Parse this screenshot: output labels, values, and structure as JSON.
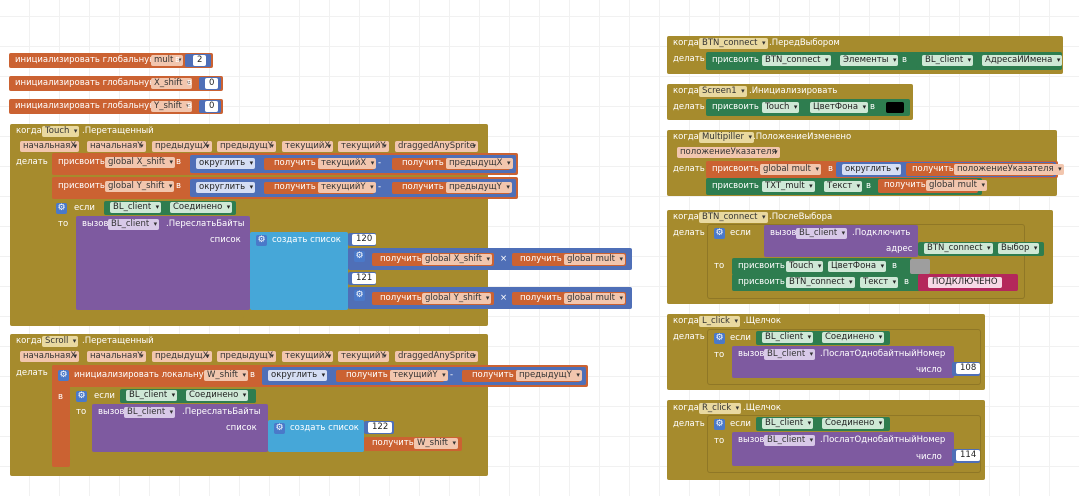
{
  "globals": [
    {
      "label": "инициализировать глобальную",
      "name": "mult",
      "in": "в",
      "value": "2"
    },
    {
      "label": "инициализировать глобальную",
      "name": "X_shift",
      "in": "в",
      "value": "0"
    },
    {
      "label": "инициализировать глобальную",
      "name": "Y_shift",
      "in": "в",
      "value": "0"
    }
  ],
  "touch": {
    "when": "когда",
    "component": "Touch",
    "event": ".Перетащенный",
    "params": [
      "начальнаяX",
      "начальнаяY",
      "предыдущX",
      "предыдущY",
      "текущийX",
      "текущийY",
      "draggedAnySprite"
    ],
    "do": "делать",
    "set1": {
      "label": "присвоить",
      "var": "global X_shift",
      "in": "в",
      "round": "округлить",
      "get1": "получить",
      "arg1": "текущийX",
      "op": "-",
      "get2": "получить",
      "arg2": "предыдущX"
    },
    "set2": {
      "label": "присвоить",
      "var": "global Y_shift",
      "in": "в",
      "round": "округлить",
      "get1": "получить",
      "arg1": "текущийY",
      "op": "-",
      "get2": "получить",
      "arg2": "предыдущY"
    },
    "if": {
      "label": "если",
      "comp": "BL_client",
      "prop": "Соединено",
      "then": "то"
    },
    "call": {
      "label": "вызов",
      "comp": "BL_client",
      "method": ".ПереслатьБайты",
      "param": "список"
    },
    "list": {
      "label": "создать список",
      "n1": "120",
      "n2": "121",
      "row1": {
        "get": "получить",
        "var": "global X_shift",
        "op": "×",
        "get2": "получить",
        "var2": "global mult"
      },
      "row2": {
        "get": "получить",
        "var": "global Y_shift",
        "op": "×",
        "get2": "получить",
        "var2": "global mult"
      }
    }
  },
  "scroll": {
    "when": "когда",
    "component": "Scroll",
    "event": ".Перетащенный",
    "params": [
      "начальнаяX",
      "начальнаяY",
      "предыдущX",
      "предыдущY",
      "текущийX",
      "текущийY",
      "draggedAnySprite"
    ],
    "do": "делать",
    "local": {
      "label": "инициализировать локальную",
      "var": "W_shift",
      "in": "в",
      "round": "округлить",
      "get1": "получить",
      "arg1": "текущийY",
      "op": "-",
      "get2": "получить",
      "arg2": "предыдущY"
    },
    "in_label": "в",
    "if": {
      "label": "если",
      "comp": "BL_client",
      "prop": "Соединено",
      "then": "то"
    },
    "call": {
      "label": "вызов",
      "comp": "BL_client",
      "method": ".ПереслатьБайты",
      "param": "список"
    },
    "list": {
      "label": "создать список",
      "n1": "122",
      "get": "получить",
      "var": "W_shift"
    }
  },
  "btnBefore": {
    "when": "когда",
    "component": "BTN_connect",
    "event": ".ПередВыбором",
    "do": "делать",
    "set": "присвоить",
    "comp": "BTN_connect",
    "prop": "Элементы",
    "in": "в",
    "comp2": "BL_client",
    "prop2": "АдресаИИмена"
  },
  "screenInit": {
    "when": "когда",
    "component": "Screen1",
    "event": ".Инициализировать",
    "do": "делать",
    "set": "присвоить",
    "comp": "Touch",
    "prop": "ЦветФона",
    "in": "в",
    "color": "#000000"
  },
  "multChanged": {
    "when": "когда",
    "component": "Multipiller",
    "event": ".ПоложениеИзменено",
    "param": "положениеУказателя",
    "do": "делать",
    "set1": {
      "label": "присвоить",
      "var": "global mult",
      "in": "в",
      "round": "округлить",
      "get": "получить",
      "arg": "положениеУказателя"
    },
    "set2": {
      "label": "присвоить",
      "comp": "TXT_mult",
      "prop": "Текст",
      "in": "в",
      "get": "получить",
      "arg": "global mult"
    }
  },
  "btnAfter": {
    "when": "когда",
    "component": "BTN_connect",
    "event": ".ПослеВыбора",
    "do": "делать",
    "if": "если",
    "call": "вызов",
    "comp": "BL_client",
    "method": ".Подключить",
    "addr": "адрес",
    "comp2": "BTN_connect",
    "prop2": "Выбор",
    "then": "то",
    "set1": {
      "label": "присвоить",
      "comp": "Touch",
      "prop": "ЦветФона",
      "in": "в",
      "color": "#9e9e9e"
    },
    "set2": {
      "label": "присвоить",
      "comp": "BTN_connect",
      "prop": "Текст",
      "in": "в",
      "text": "ПОДКЛЮЧЕНО"
    }
  },
  "lClick": {
    "when": "когда",
    "component": "L_click",
    "event": ".Щелчок",
    "do": "делать",
    "if": "если",
    "comp": "BL_client",
    "prop": "Соединено",
    "then": "то",
    "call": "вызов",
    "comp2": "BL_client",
    "method": ".ПослатОднобайтныйНомер",
    "param": "число",
    "value": "108"
  },
  "rClick": {
    "when": "когда",
    "component": "R_click",
    "event": ".Щелчок",
    "do": "делать",
    "if": "если",
    "comp": "BL_client",
    "prop": "Соединено",
    "then": "то",
    "call": "вызов",
    "comp2": "BL_client",
    "method": ".ПослатОднобайтныйНомер",
    "param": "число",
    "value": "114"
  },
  "colors": {
    "event": "#a68b2d",
    "procedure": "#7e5aa0",
    "variable": "#cb6232",
    "component": "#2e7d4f",
    "math": "#4f6fb7",
    "list": "#46a7d8",
    "text": "#b4275b"
  }
}
